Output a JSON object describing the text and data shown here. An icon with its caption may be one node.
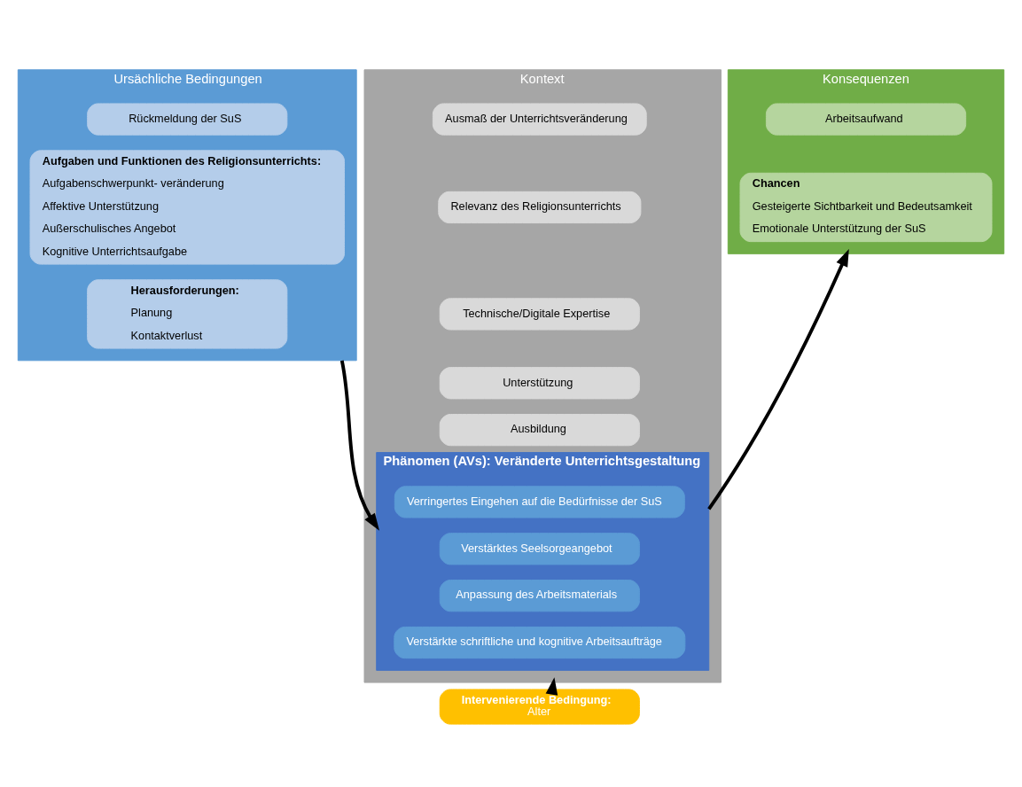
{
  "diagram": {
    "nodes": [
      {
        "text": [
          "Ursächliche Bedingungen"
        ]
      },
      {
        "text": [
          "Rückmeldung der SuS"
        ],
        "in": 0
      },
      {
        "text": [
          "Aufgaben und Funktionen des Religionsunterrichts:",
          "Aufgabenschwerpunkt- veränderung",
          "Affektive Unterstützung",
          "Außerschulisches Angebot",
          "Kognitive Unterrichtsaufgabe"
        ],
        "in": 0
      },
      {
        "text": [
          "Herausforderungen:",
          "Planung",
          "Kontaktverlust"
        ],
        "in": 0
      },
      {
        "text": [
          "Kontext"
        ]
      },
      {
        "text": [
          "Ausmaß der Unterrichtsveränderung"
        ],
        "in": 4
      },
      {
        "text": [
          "Relevanz des Religionsunterrichts"
        ],
        "in": 4
      },
      {
        "text": [
          "Technische/Digitale Expertise"
        ],
        "in": 4
      },
      {
        "text": [
          "Unterstützung"
        ],
        "in": 4
      },
      {
        "text": [
          "Ausbildung"
        ],
        "in": 4
      },
      {
        "text": [
          "Phänomen (AVs): Veränderte Unterrichtsgestaltung"
        ],
        "in": 4
      },
      {
        "text": [
          "Verringertes Eingehen auf die Bedürfnisse der SuS"
        ],
        "in": 10
      },
      {
        "text": [
          "Verstärktes Seelsorgeangebot"
        ],
        "in": 10
      },
      {
        "text": [
          "Anpassung des Arbeitsmaterials"
        ],
        "in": 10
      },
      {
        "text": [
          "Verstärkte schriftliche und kognitive Arbeitsaufträge"
        ],
        "in": 10
      },
      {
        "text": [
          "Konsequenzen"
        ]
      },
      {
        "text": [
          "Arbeitsaufwand"
        ],
        "in": 15
      },
      {
        "text": [
          "Chancen",
          "Gesteigerte Sichtbarkeit und Bedeutsamkeit",
          "Emotionale Unterstützung der SuS"
        ],
        "in": 15
      },
      {
        "text": [
          "Intervenierende Bedingung:",
          "Alter"
        ]
      }
    ],
    "edges": [
      {
        "from": 0,
        "to": 10,
        "arrow": "to"
      },
      {
        "from": 10,
        "to": 15,
        "arrow": "to"
      },
      {
        "from": 18,
        "to": 4,
        "arrow": "to"
      }
    ]
  }
}
